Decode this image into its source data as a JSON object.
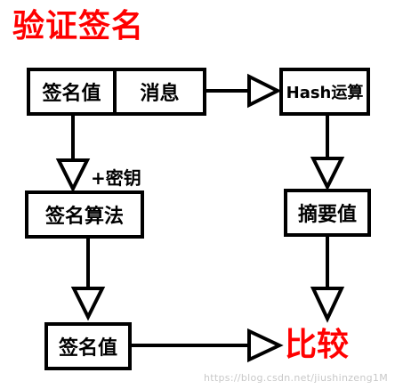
{
  "title": "验证签名",
  "colors": {
    "title": "#ff0000",
    "result": "#ff0000",
    "line": "#000000",
    "watermark": "#c8c8c8"
  },
  "nodes": {
    "signature_value_top": "签名值",
    "message": "消息",
    "hash_op": "Hash运算",
    "digest": "摘要值",
    "signature_algorithm": "签名算法",
    "signature_value_bottom": "签名值"
  },
  "edge_label": "+密钥",
  "result": "比较",
  "watermark": "https://blog.csdn.net/jiushinzeng1M"
}
